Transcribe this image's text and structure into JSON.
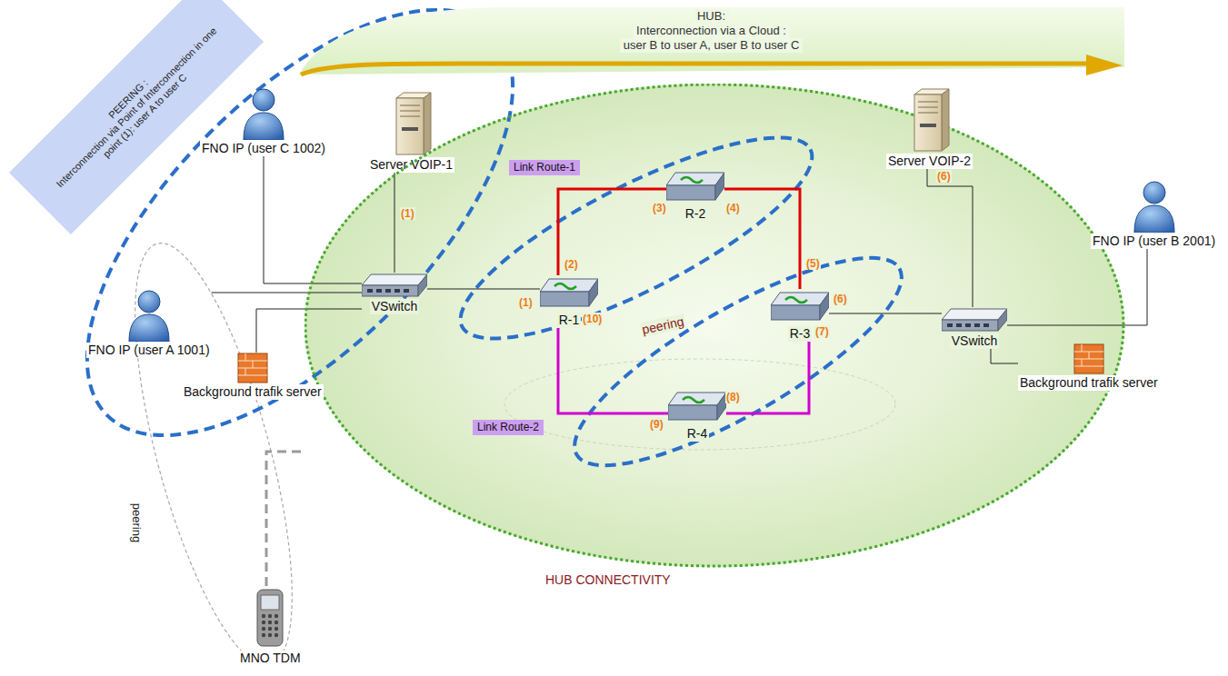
{
  "diagram": {
    "nodes": [
      {
        "text": [
          "PEERING :",
          "Interconnection via Point of Interconnection in one point (1): user A to user C"
        ]
      },
      {
        "text": [
          "HUB:",
          "Interconnection via a Cloud :",
          "user B to user A, user B to user C"
        ]
      },
      {
        "text": [
          "FNO IP (user C 1002)"
        ]
      },
      {
        "text": [
          "Server VOIP-1"
        ]
      },
      {
        "text": [
          "HUB CONNECTIVITY"
        ]
      },
      {
        "text": [
          "Link Route-1"
        ],
        "in": 4
      },
      {
        "text": [
          "R-2"
        ],
        "in": 4
      },
      {
        "text": [
          "Server VOIP-2"
        ]
      },
      {
        "text": [
          "FNO IP (user B 2001)"
        ]
      },
      {
        "text": [
          "VSwitch"
        ],
        "in": 4
      },
      {
        "text": [
          "R-1"
        ],
        "in": 4
      },
      {
        "text": [
          "R-3"
        ],
        "in": 4
      },
      {
        "text": [
          "VSwitch"
        ],
        "in": 4
      },
      {
        "text": [
          "FNO IP (user A 1001)"
        ]
      },
      {
        "text": [
          "Background trafik server"
        ]
      },
      {
        "text": [
          "R-4"
        ],
        "in": 4
      },
      {
        "text": [
          "Link Route-2"
        ],
        "in": 4
      },
      {
        "text": [
          "Background trafik server"
        ]
      },
      {
        "text": [
          "MNO TDM"
        ]
      }
    ],
    "edges": [
      {
        "from": 2,
        "to": 9,
        "arrow": "none"
      },
      {
        "from": 3,
        "to": 9,
        "arrow": "none"
      },
      {
        "from": 13,
        "to": 9,
        "arrow": "none"
      },
      {
        "from": 14,
        "to": 9,
        "arrow": "none"
      },
      {
        "from": 9,
        "to": 10,
        "arrow": "none"
      },
      {
        "from": 10,
        "to": 6,
        "arrow": "none"
      },
      {
        "from": 6,
        "to": 11,
        "arrow": "none"
      },
      {
        "from": 10,
        "to": 15,
        "arrow": "none"
      },
      {
        "from": 15,
        "to": 11,
        "arrow": "none"
      },
      {
        "from": 11,
        "to": 12,
        "arrow": "none"
      },
      {
        "from": 7,
        "to": 12,
        "arrow": "none"
      },
      {
        "from": 8,
        "to": 12,
        "arrow": "none"
      },
      {
        "from": 12,
        "to": 17,
        "arrow": "none"
      },
      {
        "from": 18,
        "to": 4,
        "arrow": "none"
      }
    ],
    "labels": [
      "(1)",
      "(3)",
      "(4)",
      "(2)",
      "(5)",
      "(6)",
      "(6)",
      "(1)",
      "peering",
      "(10)",
      "(7)",
      "(8)",
      "(9)",
      "peering"
    ]
  }
}
